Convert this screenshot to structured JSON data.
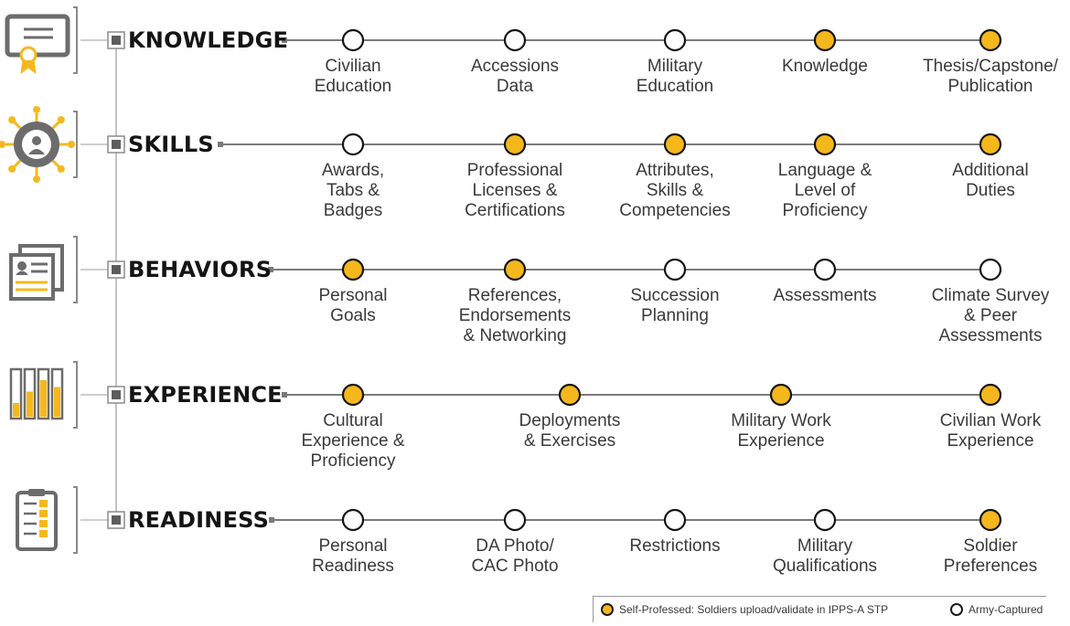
{
  "colors": {
    "self_professed": "#f5b81c",
    "army_captured": "#ffffff",
    "line": "#7a7a7a",
    "icon_gray": "#6c6c6c",
    "icon_gold": "#f5b81c"
  },
  "rows": [
    {
      "label": "KNOWLEDGE",
      "icon": "certificate-icon",
      "nodes": [
        {
          "label": "Civilian\nEducation",
          "type": "army_captured"
        },
        {
          "label": "Accessions\nData",
          "type": "army_captured"
        },
        {
          "label": "Military\nEducation",
          "type": "army_captured"
        },
        {
          "label": "Knowledge",
          "type": "self_professed"
        },
        {
          "label": "Thesis/Capstone/\nPublication",
          "type": "self_professed"
        }
      ]
    },
    {
      "label": "SKILLS",
      "icon": "gear-person-icon",
      "nodes": [
        {
          "label": "Awards,\nTabs &\nBadges",
          "type": "army_captured"
        },
        {
          "label": "Professional\nLicenses &\nCertifications",
          "type": "self_professed"
        },
        {
          "label": "Attributes,\nSkills &\nCompetencies",
          "type": "self_professed"
        },
        {
          "label": "Language &\nLevel of\nProficiency",
          "type": "self_professed"
        },
        {
          "label": "Additional\nDuties",
          "type": "self_professed"
        }
      ]
    },
    {
      "label": "BEHAVIORS",
      "icon": "profile-documents-icon",
      "nodes": [
        {
          "label": "Personal\nGoals",
          "type": "self_professed"
        },
        {
          "label": "References,\nEndorsements\n& Networking",
          "type": "self_professed"
        },
        {
          "label": "Succession\nPlanning",
          "type": "army_captured"
        },
        {
          "label": "Assessments",
          "type": "army_captured"
        },
        {
          "label": "Climate Survey\n& Peer\nAssessments",
          "type": "army_captured"
        }
      ]
    },
    {
      "label": "EXPERIENCE",
      "icon": "bar-meter-icon",
      "nodes": [
        {
          "label": "Cultural\nExperience &\nProficiency",
          "type": "self_professed"
        },
        {
          "label": "Deployments\n& Exercises",
          "type": "self_professed"
        },
        {
          "label": "Military Work\nExperience",
          "type": "self_professed"
        },
        {
          "label": "Civilian Work\nExperience",
          "type": "self_professed"
        }
      ]
    },
    {
      "label": "READINESS",
      "icon": "checklist-clipboard-icon",
      "nodes": [
        {
          "label": "Personal\nReadiness",
          "type": "army_captured"
        },
        {
          "label": "DA Photo/\nCAC Photo",
          "type": "army_captured"
        },
        {
          "label": "Restrictions",
          "type": "army_captured"
        },
        {
          "label": "Military\nQualifications",
          "type": "army_captured"
        },
        {
          "label": "Soldier\nPreferences",
          "type": "self_professed"
        }
      ]
    }
  ],
  "legend": {
    "self_professed": "Self-Professed: Soldiers upload/validate in IPPS-A STP",
    "army_captured": "Army-Captured"
  }
}
